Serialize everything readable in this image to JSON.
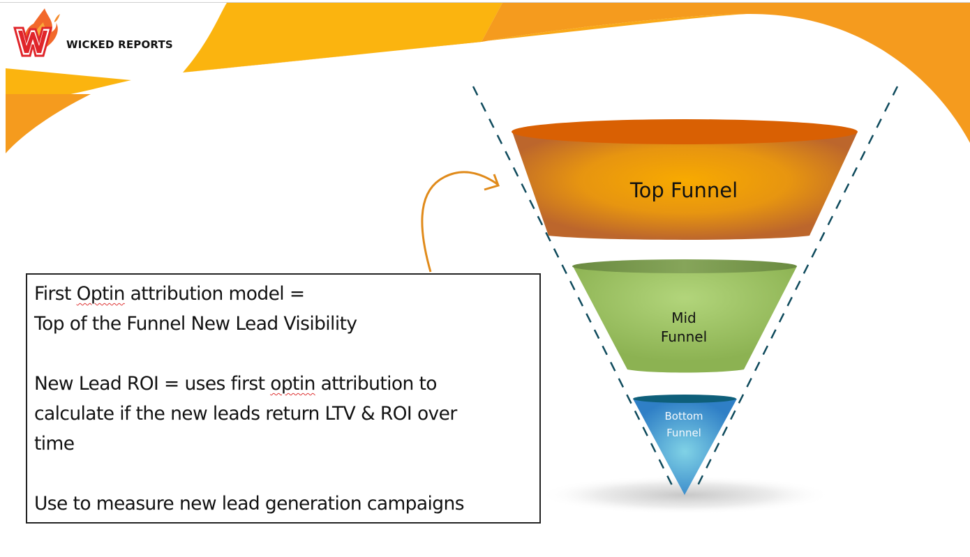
{
  "brand": {
    "logo_icon": "wicked-reports-flame-w-icon",
    "name": "WICKED REPORTS"
  },
  "colors": {
    "swoosh_yellow": "#FBB40F",
    "swoosh_orange": "#F59B1E",
    "top_funnel_rim": "#D96003",
    "top_funnel_body": "#F5A500",
    "mid_funnel_body": "#A9CC6E",
    "mid_funnel_rim": "#6E8E44",
    "bottom_funnel_body": "#4A9FD8",
    "bottom_funnel_rim": "#0E5F7A",
    "dashed_guide": "#0E4A5C",
    "arrow": "#E08A1A"
  },
  "funnel": {
    "stages": [
      {
        "id": "top",
        "lines": [
          "Top Funnel"
        ]
      },
      {
        "id": "mid",
        "lines": [
          "Mid",
          "Funnel"
        ]
      },
      {
        "id": "bottom",
        "lines": [
          "Bottom",
          "Funnel"
        ]
      }
    ]
  },
  "arrow": {
    "from": "textbox",
    "to": "top-funnel"
  },
  "textbox": {
    "line1_pre": "First ",
    "line1_flag": "Optin",
    "line1_post": " attribution model =",
    "line2": "Top of the Funnel New Lead Visibility",
    "line3_pre": "New Lead ROI = uses first ",
    "line3_flag": "optin",
    "line3_post": " attribution to",
    "line4": "calculate if the new leads return LTV & ROI over",
    "line5": "time",
    "line6": "Use to measure new lead generation campaigns"
  }
}
